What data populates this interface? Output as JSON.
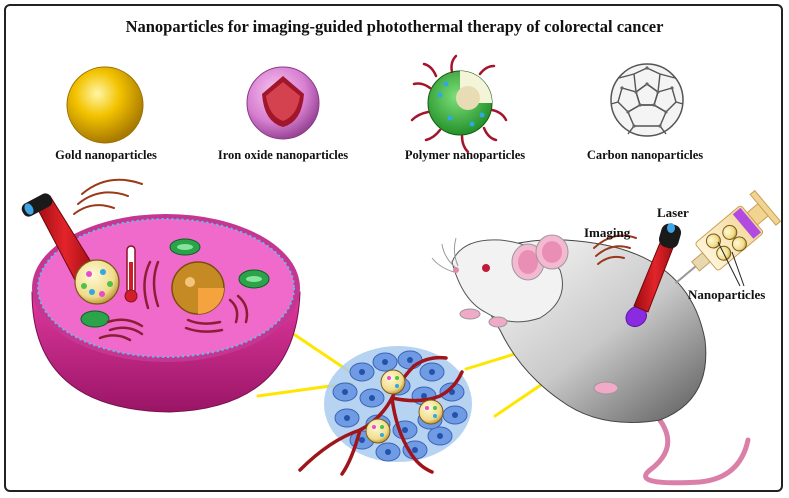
{
  "title": "Nanoparticles for imaging-guided photothermal therapy of colorectal cancer",
  "nanoparticles": [
    {
      "label": "Gold nanoparticles",
      "icon": "gold-sphere-icon"
    },
    {
      "label": "Iron oxide nanoparticles",
      "icon": "iron-oxide-core-shell-icon"
    },
    {
      "label": "Polymer nanoparticles",
      "icon": "polymer-nanoparticle-icon"
    },
    {
      "label": "Carbon nanoparticles",
      "icon": "fullerene-icon"
    }
  ],
  "mouse_labels": {
    "imaging": "Imaging",
    "laser": "Laser",
    "nanoparticles": "Nanoparticles"
  },
  "colors": {
    "gold": "#f2c100",
    "cell_membrane": "#d0339a",
    "cell_cytoplasm": "#f06acb",
    "laser_red": "#d8141b",
    "beam_yellow": "#ffe600",
    "tumor_purple": "#8a2be2",
    "vessel_red": "#a0151b"
  }
}
